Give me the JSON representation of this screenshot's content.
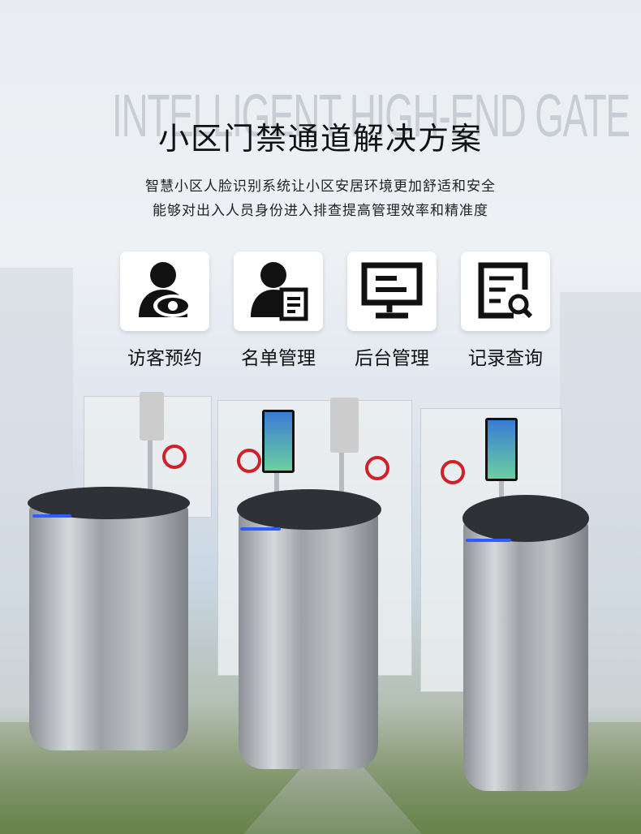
{
  "header": {
    "bg_text": "INTELLIGENT HIGH-END GATE",
    "title": "小区门禁通道解决方案",
    "subtitle_line1": "智慧小区人脸识别系统让小区安居环境更加舒适和安全",
    "subtitle_line2": "能够对出入人员身份进入排查提高管理效率和精准度"
  },
  "features": [
    {
      "label": "访客预约",
      "icon": "person-eye-icon"
    },
    {
      "label": "名单管理",
      "icon": "person-list-icon"
    },
    {
      "label": "后台管理",
      "icon": "monitor-icon"
    },
    {
      "label": "记录查询",
      "icon": "document-search-icon"
    }
  ],
  "colors": {
    "accent_led": "#2f5dff",
    "logo_red": "#d0202a"
  }
}
